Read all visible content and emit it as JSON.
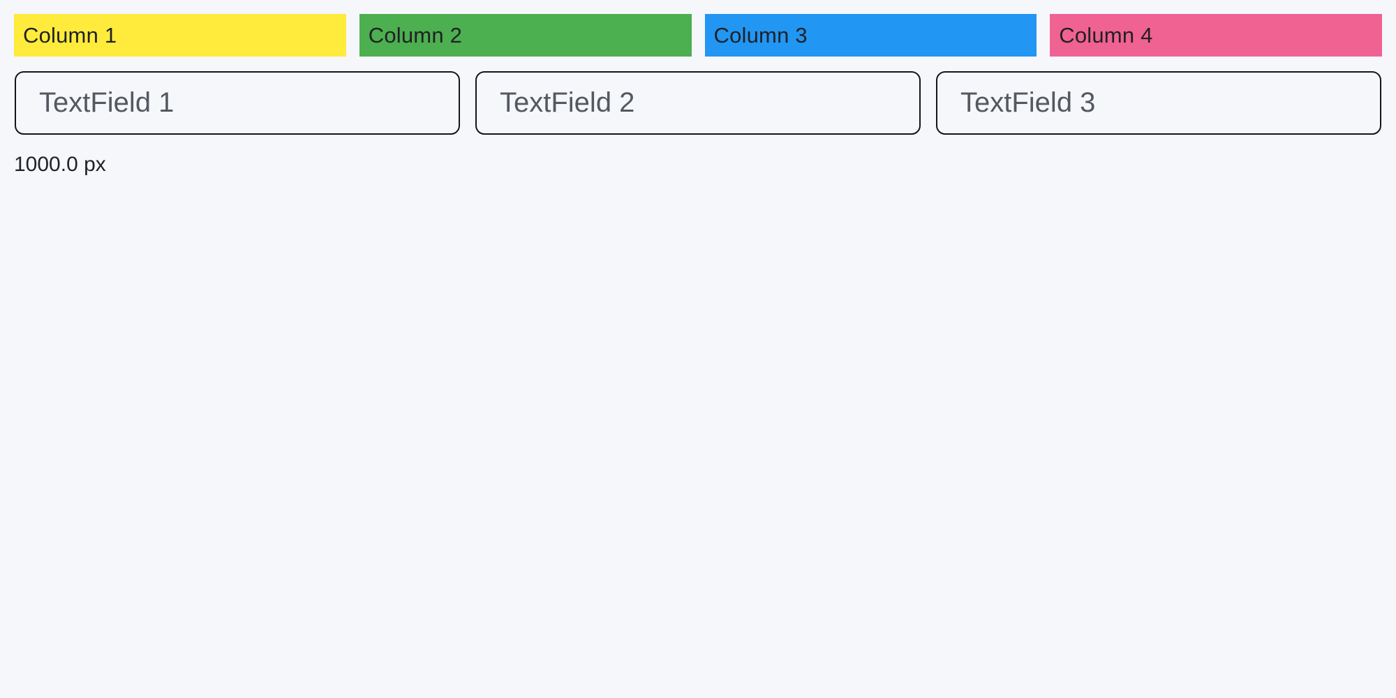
{
  "columns": {
    "items": [
      {
        "label": "Column 1",
        "color": "#FFEB3B"
      },
      {
        "label": "Column 2",
        "color": "#4CAF50"
      },
      {
        "label": "Column 3",
        "color": "#2196F3"
      },
      {
        "label": "Column 4",
        "color": "#F06292"
      }
    ]
  },
  "textfields": {
    "items": [
      {
        "placeholder": "TextField 1",
        "value": ""
      },
      {
        "placeholder": "TextField 2",
        "value": ""
      },
      {
        "placeholder": "TextField 3",
        "value": ""
      }
    ]
  },
  "footer": {
    "width_label": "1000.0 px"
  },
  "colors": {
    "background": "#F6F7FB",
    "field_border": "#141518",
    "placeholder_text": "#545960",
    "column_text": "#202124",
    "label_text": "#1F2227"
  }
}
